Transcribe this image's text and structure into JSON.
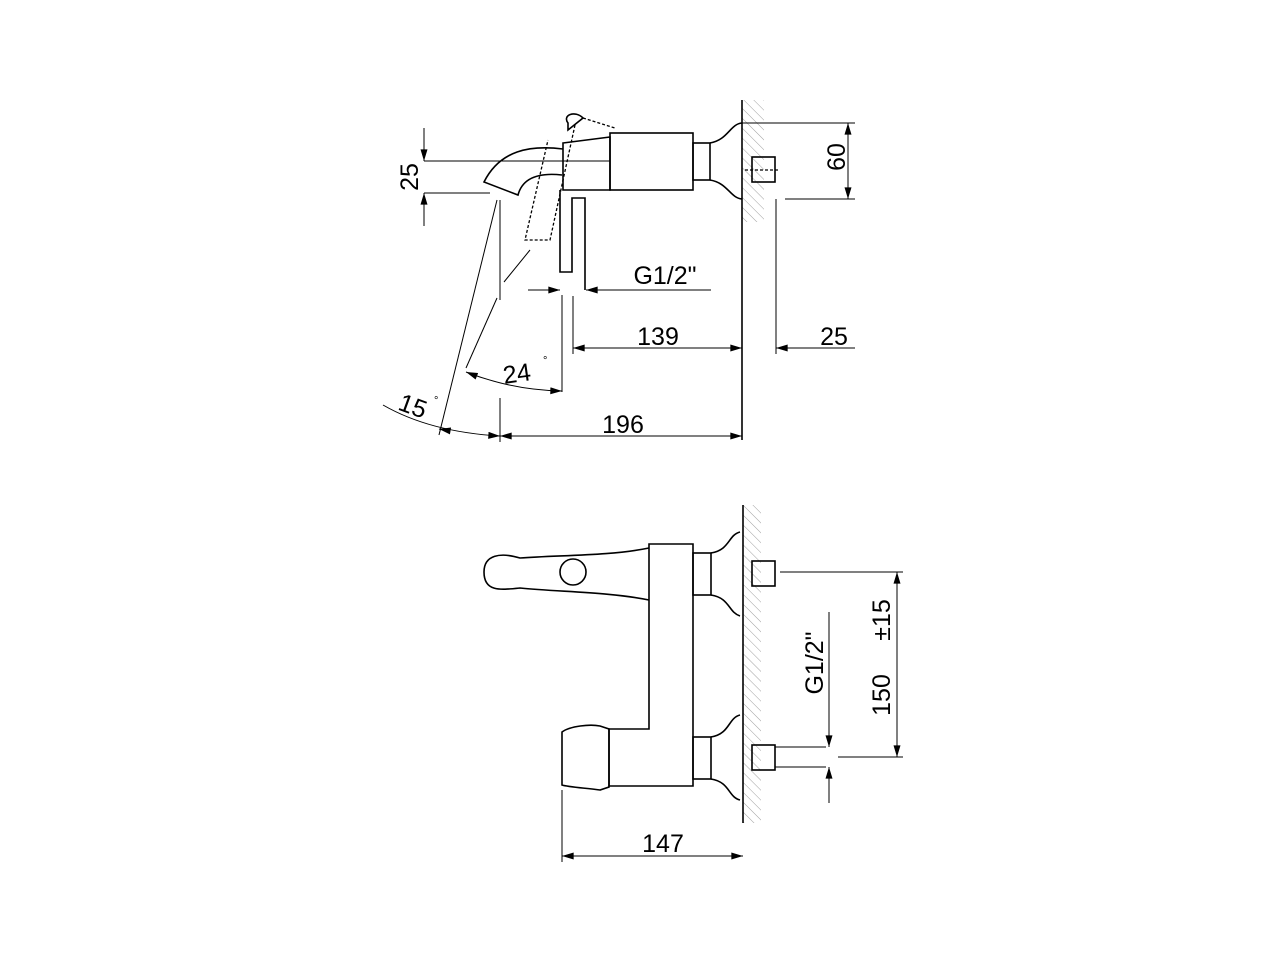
{
  "top_view": {
    "dim_spout_height": "25",
    "dim_rosette_height": "60",
    "dim_connection": "G1/2\"",
    "dim_body_length": "139",
    "dim_nut_length": "25",
    "dim_total_projection": "196",
    "angle_lever": "24",
    "angle_spout": "15",
    "degree_symbol": "°"
  },
  "front_view": {
    "dim_connection": "G1/2\"",
    "dim_centers": "150",
    "dim_tolerance": "±15",
    "dim_projection": "147"
  }
}
